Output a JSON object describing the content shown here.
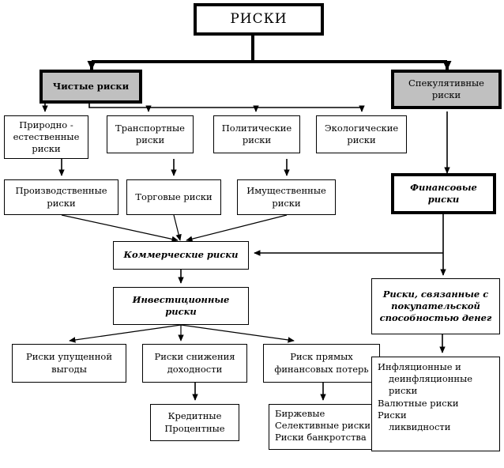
{
  "diagram": {
    "title": "РИСКИ",
    "language": "ru",
    "type": "hierarchy-tree",
    "colors": {
      "fill_gray": "#c0c0c0",
      "fill_white": "#ffffff",
      "stroke": "#000000"
    },
    "nodes": {
      "root": "РИСКИ",
      "pure": "Чистые риски",
      "speculative": "Спекулятивные\nриски",
      "natural": "Природно -\nестественные\nриски",
      "transport": "Транспортные\nриски",
      "political": "Политические\nриски",
      "ecological": "Экологические\nриски",
      "production": "Производственные\nриски",
      "trade": "Торговые риски",
      "property": "Имущественные\nриски",
      "financial": "Финансовые\nриски",
      "commercial": "Коммерческие риски",
      "investment": "Инвестиционные\nриски",
      "purchasing_power": "Риски, связанные с\nпокупательской\nспособностью денег",
      "lost_profit": "Риски упущенной\nвыгоды",
      "yield_decline": "Риски снижения\nдоходности",
      "direct_loss": "Риск прямых\nфинансовых потерь",
      "credit_percent": "Кредитные\nПроцентные",
      "exchange_list": "Биржевые\nСелективные риски\nРиски банкротства",
      "money_risks_l1": "Инфляционные и",
      "money_risks_l2": "деинфляционные",
      "money_risks_l3": "риски",
      "money_risks_l4": "Валютные риски",
      "money_risks_l5": "Риски",
      "money_risks_l6": "ликвидности"
    }
  }
}
